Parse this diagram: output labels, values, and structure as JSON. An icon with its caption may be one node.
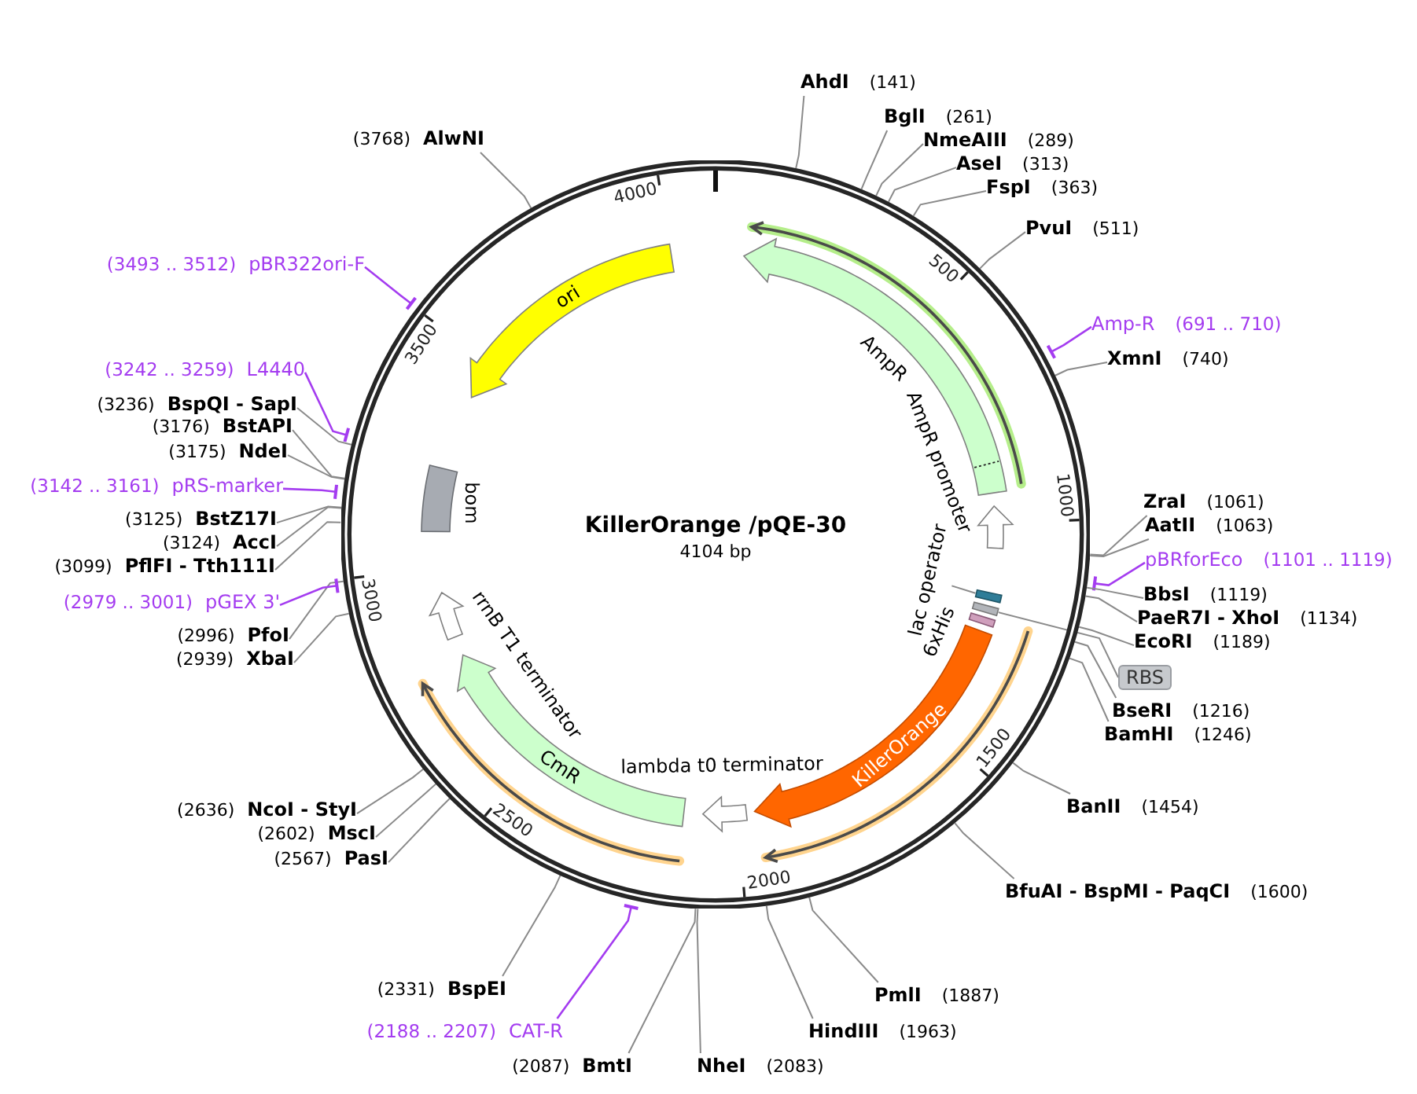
{
  "diagram": {
    "nodes": [
      {
        "text": [
          "KillerOrange /pQE-30",
          "4104 bp"
        ]
      },
      {
        "text": [
          "ori"
        ],
        "in": 0
      },
      {
        "text": [],
        "shape": "arrow",
        "beside": [
          "AmpR"
        ],
        "in": 0
      },
      {
        "text": [],
        "shape": "arrow",
        "beside": [
          "AmpR promoter"
        ],
        "in": 0
      },
      {
        "text": [],
        "shape": "box",
        "in": 0
      },
      {
        "text": [
          "lac operator"
        ],
        "in": 0
      },
      {
        "text": [],
        "shape": "box",
        "in": 0
      },
      {
        "text": [],
        "shape": "box",
        "in": 0
      },
      {
        "text": [
          "KillerOrange"
        ],
        "in": 0
      },
      {
        "text": [],
        "shape": "arrow",
        "in": 0
      },
      {
        "text": [
          "CmR"
        ],
        "in": 0
      },
      {
        "text": [],
        "shape": "arrow",
        "beside": [
          "rrnB T1 terminator"
        ],
        "in": 0
      },
      {
        "text": [],
        "shape": "box",
        "beside": [
          "bom"
        ],
        "in": 0
      },
      {
        "text": [
          "RBS"
        ]
      },
      {
        "text": [
          "AhdI",
          "(141)"
        ]
      },
      {
        "text": [
          "BglI",
          "(261)"
        ]
      },
      {
        "text": [
          "NmeAIII",
          "(289)"
        ]
      },
      {
        "text": [
          "AseI",
          "(313)"
        ]
      },
      {
        "text": [
          "FspI",
          "(363)"
        ]
      },
      {
        "text": [
          "PvuI",
          "(511)"
        ]
      },
      {
        "text": [
          "Amp-R",
          "(691 .. 710)"
        ]
      },
      {
        "text": [
          "XmnI",
          "(740)"
        ]
      },
      {
        "text": [
          "ZraI",
          "(1061)"
        ]
      },
      {
        "text": [
          "AatII",
          "(1063)"
        ]
      },
      {
        "text": [
          "pBRforEco",
          "(1101 .. 1119)"
        ]
      },
      {
        "text": [
          "BbsI",
          "(1119)"
        ]
      },
      {
        "text": [
          "PaeR7I - XhoI",
          "(1134)"
        ]
      },
      {
        "text": [
          "EcoRI",
          "(1189)"
        ]
      },
      {
        "text": [
          "BseRI",
          "(1216)"
        ]
      },
      {
        "text": [
          "BamHI",
          "(1246)"
        ]
      },
      {
        "text": [
          "BanII",
          "(1454)"
        ]
      },
      {
        "text": [
          "BfuAI - BspMI - PaqCI",
          "(1600)"
        ]
      },
      {
        "text": [
          "PmlI",
          "(1887)"
        ]
      },
      {
        "text": [
          "HindIII",
          "(1963)"
        ]
      },
      {
        "text": [
          "NheI",
          "(2083)"
        ]
      },
      {
        "text": [
          "(2087)",
          "BmtI"
        ]
      },
      {
        "text": [
          "(2188 .. 2207)",
          "CAT-R"
        ]
      },
      {
        "text": [
          "(2331)",
          "BspEI"
        ]
      },
      {
        "text": [
          "(2567)",
          "PasI"
        ]
      },
      {
        "text": [
          "(2602)",
          "MscI"
        ]
      },
      {
        "text": [
          "(2636)",
          "NcoI - StyI"
        ]
      },
      {
        "text": [
          "(2939)",
          "XbaI"
        ]
      },
      {
        "text": [
          "(2996)",
          "PfoI"
        ]
      },
      {
        "text": [
          "(2979 .. 3001)",
          "pGEX 3'"
        ]
      },
      {
        "text": [
          "(3099)",
          "PflFI - Tth111I"
        ]
      },
      {
        "text": [
          "(3124)",
          "AccI"
        ]
      },
      {
        "text": [
          "(3125)",
          "BstZ17I"
        ]
      },
      {
        "text": [
          "(3142 .. 3161)",
          "pRS-marker"
        ]
      },
      {
        "text": [
          "(3175)",
          "NdeI"
        ]
      },
      {
        "text": [
          "(3176)",
          "BstAPI"
        ]
      },
      {
        "text": [
          "(3236)",
          "BspQI - SapI"
        ]
      },
      {
        "text": [
          "(3242 .. 3259)",
          "L4440"
        ]
      },
      {
        "text": [
          "(3493 .. 3512)",
          "pBR322ori-F"
        ]
      },
      {
        "text": [
          "(3768)",
          "AlwNI"
        ]
      }
    ],
    "edges": [
      {
        "from": 14,
        "to": 0,
        "arrow": "none"
      },
      {
        "from": 15,
        "to": 0,
        "arrow": "none"
      },
      {
        "from": 16,
        "to": 0,
        "arrow": "none"
      },
      {
        "from": 17,
        "to": 0,
        "arrow": "none"
      },
      {
        "from": 18,
        "to": 0,
        "arrow": "none"
      },
      {
        "from": 19,
        "to": 0,
        "arrow": "none"
      },
      {
        "from": 20,
        "to": 0,
        "arrow": "other",
        "color": "#a43cf0"
      },
      {
        "from": 21,
        "to": 0,
        "arrow": "none"
      },
      {
        "from": 22,
        "to": 0,
        "arrow": "none"
      },
      {
        "from": 23,
        "to": 0,
        "arrow": "none"
      },
      {
        "from": 24,
        "to": 0,
        "arrow": "other",
        "color": "#a43cf0"
      },
      {
        "from": 25,
        "to": 0,
        "arrow": "none"
      },
      {
        "from": 26,
        "to": 0,
        "arrow": "none"
      },
      {
        "from": 27,
        "to": 0,
        "arrow": "none"
      },
      {
        "from": 28,
        "to": 0,
        "arrow": "none"
      },
      {
        "from": 29,
        "to": 0,
        "arrow": "none"
      },
      {
        "from": 30,
        "to": 0,
        "arrow": "none"
      },
      {
        "from": 31,
        "to": 0,
        "arrow": "none"
      },
      {
        "from": 32,
        "to": 0,
        "arrow": "none"
      },
      {
        "from": 33,
        "to": 0,
        "arrow": "none"
      },
      {
        "from": 34,
        "to": 0,
        "arrow": "none"
      },
      {
        "from": 35,
        "to": 0,
        "arrow": "none"
      },
      {
        "from": 36,
        "to": 0,
        "arrow": "other",
        "color": "#a43cf0"
      },
      {
        "from": 37,
        "to": 0,
        "arrow": "none"
      },
      {
        "from": 38,
        "to": 0,
        "arrow": "none"
      },
      {
        "from": 39,
        "to": 0,
        "arrow": "none"
      },
      {
        "from": 40,
        "to": 0,
        "arrow": "none"
      },
      {
        "from": 41,
        "to": 0,
        "arrow": "none"
      },
      {
        "from": 42,
        "to": 0,
        "arrow": "none"
      },
      {
        "from": 43,
        "to": 0,
        "arrow": "other",
        "color": "#a43cf0"
      },
      {
        "from": 44,
        "to": 0,
        "arrow": "none"
      },
      {
        "from": 45,
        "to": 0,
        "arrow": "none"
      },
      {
        "from": 46,
        "to": 0,
        "arrow": "none"
      },
      {
        "from": 47,
        "to": 0,
        "arrow": "other",
        "color": "#a43cf0"
      },
      {
        "from": 48,
        "to": 0,
        "arrow": "none"
      },
      {
        "from": 49,
        "to": 0,
        "arrow": "none"
      },
      {
        "from": 50,
        "to": 0,
        "arrow": "none"
      },
      {
        "from": 51,
        "to": 0,
        "arrow": "other",
        "color": "#a43cf0"
      },
      {
        "from": 52,
        "to": 0,
        "arrow": "other",
        "color": "#a43cf0"
      },
      {
        "from": 53,
        "to": 0,
        "arrow": "none"
      },
      {
        "from": 5,
        "to": 4,
        "arrow": "none"
      },
      {
        "from": 13,
        "to": 6,
        "arrow": "none"
      }
    ],
    "labels": [
      "500",
      "1000",
      "1500",
      "2000",
      "2500",
      "3000",
      "3500",
      "4000",
      "6xHis",
      "lambda t0 terminator"
    ]
  }
}
